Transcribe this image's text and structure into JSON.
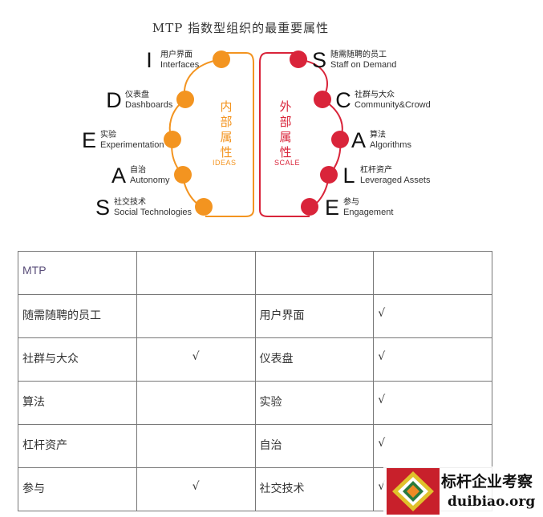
{
  "diagram": {
    "title": "MTP 指数型组织的最重要属性",
    "left_group": {
      "heading": "内部属性",
      "tag": "IDEAS",
      "color": "#f39420",
      "items": [
        {
          "letter": "I",
          "zh": "用户界面",
          "en": "Interfaces"
        },
        {
          "letter": "D",
          "zh": "仪表盘",
          "en": "Dashboards"
        },
        {
          "letter": "E",
          "zh": "实验",
          "en": "Experimentation"
        },
        {
          "letter": "A",
          "zh": "自治",
          "en": "Autonomy"
        },
        {
          "letter": "S",
          "zh": "社交技术",
          "en": "Social Technologies"
        }
      ]
    },
    "right_group": {
      "heading": "外部属性",
      "tag": "SCALE",
      "color": "#d9243a",
      "items": [
        {
          "letter": "S",
          "zh": "随需随聘的员工",
          "en": "Staff on Demand"
        },
        {
          "letter": "C",
          "zh": "社群与大众",
          "en": "Community&Crowd"
        },
        {
          "letter": "A",
          "zh": "算法",
          "en": "Algorithms"
        },
        {
          "letter": "L",
          "zh": "杠杆资产",
          "en": "Leveraged Assets"
        },
        {
          "letter": "E",
          "zh": "参与",
          "en": "Engagement"
        }
      ]
    }
  },
  "table": {
    "rows": [
      [
        "MTP",
        "",
        "",
        ""
      ],
      [
        "随需随聘的员工",
        "",
        "用户界面",
        "√"
      ],
      [
        "社群与大众",
        "√",
        "仪表盘",
        "√"
      ],
      [
        "算法",
        "",
        "实验",
        "√"
      ],
      [
        "杠杆资产",
        "",
        "自治",
        "√"
      ],
      [
        "参与",
        "√",
        "社交技术",
        "√"
      ]
    ]
  },
  "watermark": {
    "name": "标杆企业考察",
    "domain": "duibiao.org"
  }
}
